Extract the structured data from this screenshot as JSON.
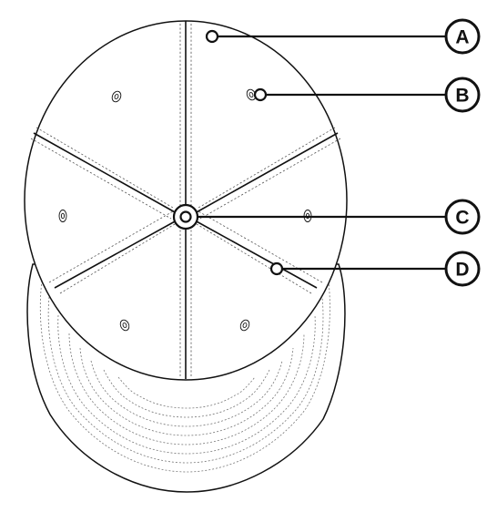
{
  "diagram": {
    "subject": "cap-underside-structure",
    "callouts": [
      {
        "letter": "A"
      },
      {
        "letter": "B"
      },
      {
        "letter": "C"
      },
      {
        "letter": "D"
      }
    ],
    "colors": {
      "ink": "#111111",
      "stitch": "#555555",
      "fill": "#ffffff"
    }
  }
}
